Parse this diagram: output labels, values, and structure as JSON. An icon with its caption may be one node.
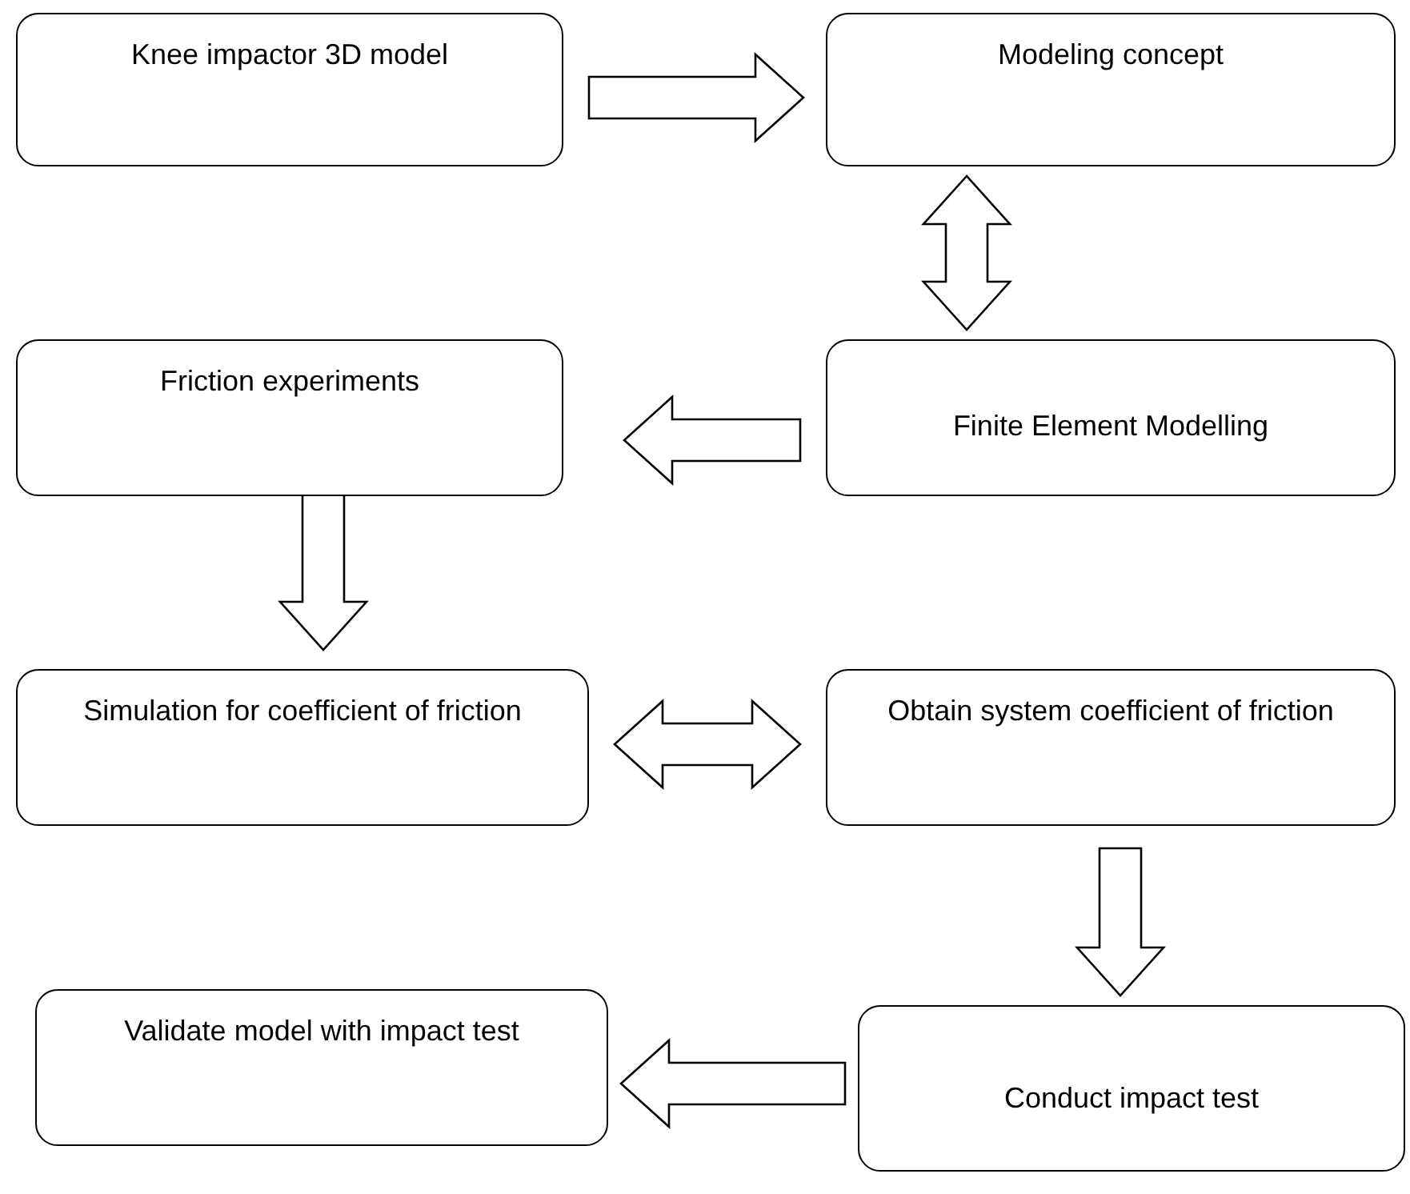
{
  "diagram": {
    "nodes": [
      {
        "text": [
          "Knee impactor 3D model"
        ]
      },
      {
        "text": [
          "Modeling concept"
        ]
      },
      {
        "text": [
          "Finite Element Modelling"
        ]
      },
      {
        "text": [
          "Friction experiments"
        ]
      },
      {
        "text": [
          "Simulation for coefficient of friction"
        ]
      },
      {
        "text": [
          "Obtain system coefficient of friction"
        ]
      },
      {
        "text": [
          "Conduct impact test"
        ]
      },
      {
        "text": [
          "Validate model with impact test"
        ]
      }
    ],
    "edges": [
      {
        "from": 0,
        "to": 1,
        "arrow": "to"
      },
      {
        "from": 1,
        "to": 2,
        "arrow": "both"
      },
      {
        "from": 2,
        "to": 3,
        "arrow": "to"
      },
      {
        "from": 3,
        "to": 4,
        "arrow": "to"
      },
      {
        "from": 4,
        "to": 5,
        "arrow": "both"
      },
      {
        "from": 5,
        "to": 6,
        "arrow": "to"
      },
      {
        "from": 6,
        "to": 7,
        "arrow": "to"
      }
    ]
  }
}
